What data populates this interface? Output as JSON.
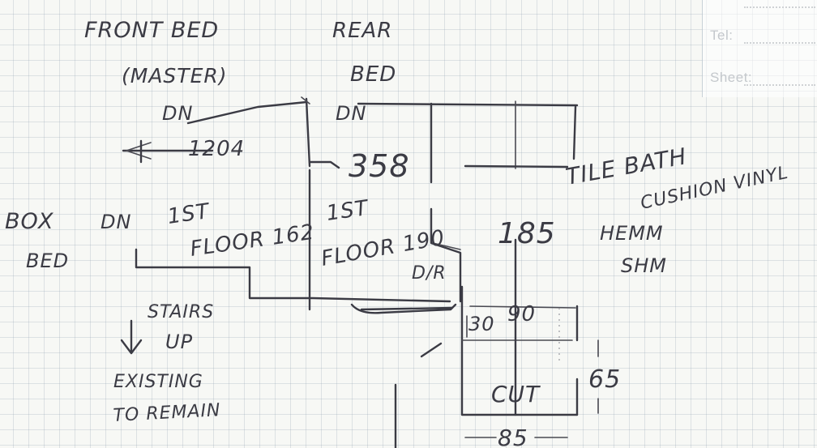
{
  "title_block": {
    "tel_label": "Tel:",
    "sheet_label": "Sheet:"
  },
  "labels": {
    "front_bed": "FRONT BED",
    "front_bed_master": "(MASTER)",
    "front_bed_dn": "DN",
    "rear_bed": "REAR",
    "rear_bed_2": "BED",
    "rear_bed_dn": "DN",
    "dim_1204": "1204",
    "dim_358": "358",
    "box_bed": "BOX",
    "box_bed_2": "BED",
    "box_dn": "DN",
    "first_floor_162_a": "1ST",
    "first_floor_162_b": "FLOOR 162",
    "first_floor_190_a": "1ST",
    "first_floor_190_b": "FLOOR 190",
    "dim_185": "185",
    "tile_bath": "TILE BATH",
    "cushion_vinyl": "CUSHION VINYL",
    "hemm": "HEMM",
    "shm": "SHM",
    "d_r": "D/R",
    "stairs_up": "STAIRS",
    "stairs_up_2": "UP",
    "existing": "EXISTING",
    "to_remain": "TO REMAIN",
    "dim_30": "30",
    "dim_90": "90",
    "cut": "CUT",
    "dim_65": "65",
    "dim_85": "85"
  }
}
